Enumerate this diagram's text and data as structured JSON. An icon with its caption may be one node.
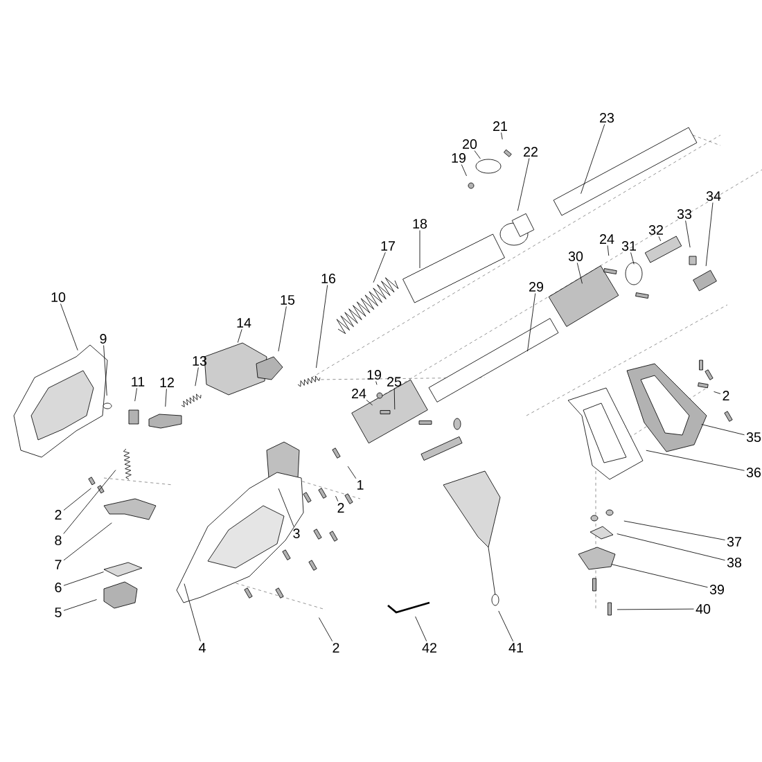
{
  "diagram": {
    "nodes": [
      {
        "text": [
          "23"
        ]
      },
      {
        "text": [
          "21"
        ]
      },
      {
        "text": [
          "20"
        ]
      },
      {
        "text": [
          "22"
        ]
      },
      {
        "text": [
          "19"
        ]
      },
      {
        "text": [
          "34"
        ]
      },
      {
        "text": [
          "33"
        ]
      },
      {
        "text": [
          "18"
        ]
      },
      {
        "text": [
          "32"
        ]
      },
      {
        "text": [
          "24"
        ]
      },
      {
        "text": [
          "17"
        ]
      },
      {
        "text": [
          "31"
        ]
      },
      {
        "text": [
          "30"
        ]
      },
      {
        "text": [
          "16"
        ]
      },
      {
        "text": [
          "29"
        ]
      },
      {
        "text": [
          "10"
        ]
      },
      {
        "text": [
          "15"
        ]
      },
      {
        "text": [
          "14"
        ]
      },
      {
        "text": [
          "9"
        ]
      },
      {
        "text": [
          "13"
        ]
      },
      {
        "text": [
          "19"
        ]
      },
      {
        "text": [
          "25"
        ]
      },
      {
        "text": [
          "11"
        ]
      },
      {
        "text": [
          "12"
        ]
      },
      {
        "text": [
          "24"
        ]
      },
      {
        "text": [
          "2"
        ]
      },
      {
        "text": [
          "35"
        ]
      },
      {
        "text": [
          "36"
        ]
      },
      {
        "text": [
          "1"
        ]
      },
      {
        "text": [
          "2"
        ]
      },
      {
        "text": [
          "2"
        ]
      },
      {
        "text": [
          "3"
        ]
      },
      {
        "text": [
          "8"
        ]
      },
      {
        "text": [
          "37"
        ]
      },
      {
        "text": [
          "38"
        ]
      },
      {
        "text": [
          "7"
        ]
      },
      {
        "text": [
          "6"
        ]
      },
      {
        "text": [
          "39"
        ]
      },
      {
        "text": [
          "40"
        ]
      },
      {
        "text": [
          "5"
        ]
      },
      {
        "text": [
          "4"
        ]
      },
      {
        "text": [
          "2"
        ]
      },
      {
        "text": [
          "42"
        ]
      },
      {
        "text": [
          "41"
        ]
      }
    ],
    "edges": [
      {
        "from": 0,
        "to": null,
        "arrow": "none"
      },
      {
        "from": 1,
        "to": null,
        "arrow": "none"
      },
      {
        "from": 2,
        "to": null,
        "arrow": "none"
      },
      {
        "from": 3,
        "to": null,
        "arrow": "none"
      },
      {
        "from": 4,
        "to": null,
        "arrow": "none"
      },
      {
        "from": 5,
        "to": null,
        "arrow": "none"
      },
      {
        "from": 6,
        "to": null,
        "arrow": "none"
      },
      {
        "from": 7,
        "to": null,
        "arrow": "none"
      },
      {
        "from": 8,
        "to": null,
        "arrow": "none"
      },
      {
        "from": 9,
        "to": null,
        "arrow": "none"
      },
      {
        "from": 10,
        "to": null,
        "arrow": "none"
      },
      {
        "from": 11,
        "to": null,
        "arrow": "none"
      },
      {
        "from": 12,
        "to": null,
        "arrow": "none"
      },
      {
        "from": 13,
        "to": null,
        "arrow": "none"
      },
      {
        "from": 14,
        "to": null,
        "arrow": "none"
      },
      {
        "from": 15,
        "to": null,
        "arrow": "none"
      },
      {
        "from": 16,
        "to": null,
        "arrow": "none"
      },
      {
        "from": 17,
        "to": null,
        "arrow": "none"
      },
      {
        "from": 18,
        "to": null,
        "arrow": "none"
      },
      {
        "from": 19,
        "to": null,
        "arrow": "none"
      },
      {
        "from": 20,
        "to": null,
        "arrow": "none"
      },
      {
        "from": 21,
        "to": null,
        "arrow": "none"
      },
      {
        "from": 22,
        "to": null,
        "arrow": "none"
      },
      {
        "from": 23,
        "to": null,
        "arrow": "none"
      },
      {
        "from": 24,
        "to": null,
        "arrow": "none"
      },
      {
        "from": 25,
        "to": null,
        "arrow": "none"
      },
      {
        "from": 26,
        "to": null,
        "arrow": "none"
      },
      {
        "from": 27,
        "to": null,
        "arrow": "none"
      },
      {
        "from": 28,
        "to": null,
        "arrow": "none"
      },
      {
        "from": 29,
        "to": null,
        "arrow": "none"
      },
      {
        "from": 30,
        "to": null,
        "arrow": "none"
      },
      {
        "from": 31,
        "to": null,
        "arrow": "none"
      },
      {
        "from": 32,
        "to": null,
        "arrow": "none"
      },
      {
        "from": 33,
        "to": null,
        "arrow": "none"
      },
      {
        "from": 34,
        "to": null,
        "arrow": "none"
      },
      {
        "from": 35,
        "to": null,
        "arrow": "none"
      },
      {
        "from": 36,
        "to": null,
        "arrow": "none"
      },
      {
        "from": 37,
        "to": null,
        "arrow": "none"
      },
      {
        "from": 38,
        "to": null,
        "arrow": "none"
      },
      {
        "from": 39,
        "to": null,
        "arrow": "none"
      },
      {
        "from": 40,
        "to": null,
        "arrow": "none"
      },
      {
        "from": 41,
        "to": null,
        "arrow": "none"
      },
      {
        "from": 42,
        "to": null,
        "arrow": "none"
      },
      {
        "from": 43,
        "to": null,
        "arrow": "none"
      }
    ]
  }
}
